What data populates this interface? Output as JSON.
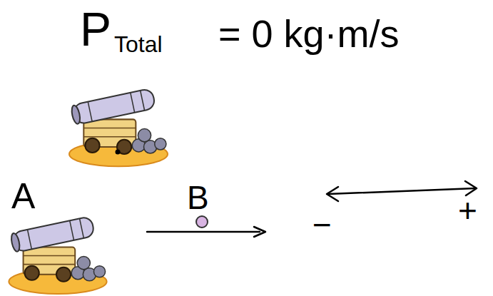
{
  "diagram": {
    "labels": [
      "P",
      "Total",
      "= 0 kg·m/s",
      "A",
      "B",
      "−",
      "+"
    ]
  }
}
